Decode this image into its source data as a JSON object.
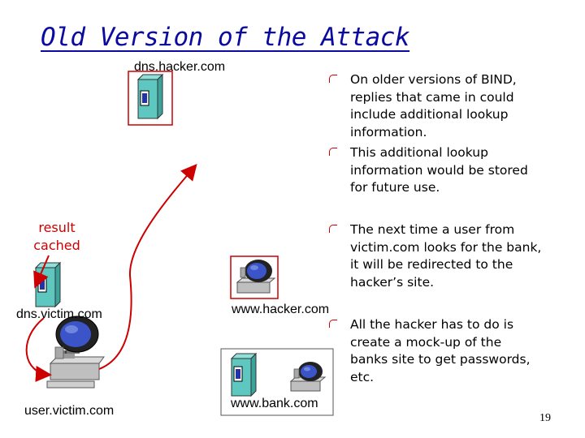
{
  "title": "Old Version of the Attack",
  "labels": {
    "dns_hacker": "dns.hacker.com",
    "dns_victim": "dns.victim.com",
    "user_victim": "user.victim.com",
    "www_hacker": "www.hacker.com",
    "www_bank": "www.bank.com"
  },
  "result_cached": "result\ncached",
  "bullets": [
    "On older versions of BIND,\nreplies that came in could\ninclude additional lookup\ninformation.",
    "This additional lookup\ninformation would be stored\nfor future use.",
    "The next time a user from\nvictim.com looks for the bank,\nit will be redirected to the\nhacker’s site.",
    "All the hacker has to do is\ncreate a mock-up of the\nbanks site to get passwords,\netc."
  ],
  "page_number": "19",
  "colors": {
    "title": "#0a0aa0",
    "accent": "#cc0000",
    "server": "#5ec8c0"
  }
}
